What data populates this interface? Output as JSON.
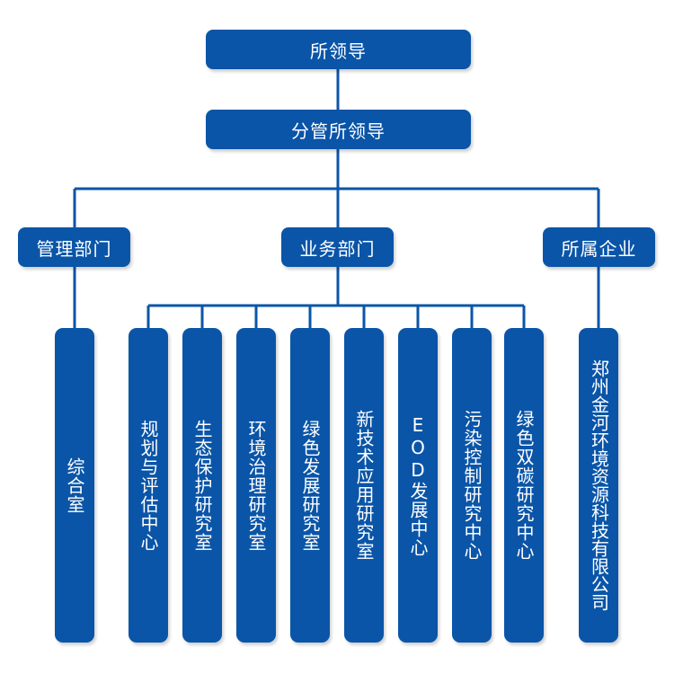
{
  "nodes": {
    "top": "所领导",
    "deputy": "分管所领导",
    "mgmt": "管理部门",
    "business": "业务部门",
    "affiliated": "所属企业",
    "general_office": "综合室",
    "centers": [
      "规划与评估中心",
      "生态保护研究室",
      "环境治理研究室",
      "绿色发展研究室",
      "新技术应用研究室",
      "EOD发展中心",
      "污染控制研究中心",
      "绿色双碳研究中心"
    ],
    "company": "郑州金河环境资源科技有限公司"
  },
  "colors": {
    "node": "#0a55a8",
    "line": "#0a55a8"
  }
}
